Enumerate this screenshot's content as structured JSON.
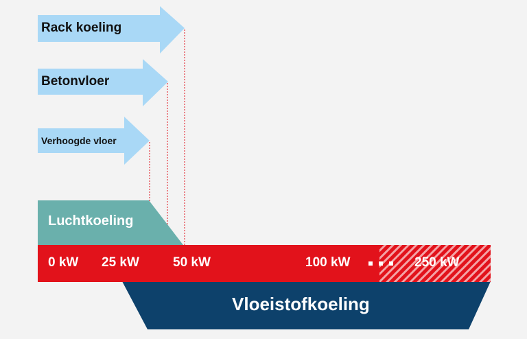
{
  "arrows": [
    {
      "label": "Rack koeling"
    },
    {
      "label": "Betonvloer"
    },
    {
      "label": "Verhoogde vloer"
    }
  ],
  "air_cooling": {
    "label": "Luchtkoeling"
  },
  "liquid_cooling": {
    "label": "Vloeistofkoeling"
  },
  "scale": {
    "ticks": [
      "0 kW",
      "25 kW",
      "50 kW",
      "100 kW",
      "250 kW"
    ],
    "gap_marker": "■ ■ ■"
  },
  "colors": {
    "arrow": "#a9d8f6",
    "air_cooling": "#6ab0ac",
    "scale_bar": "#e2121b",
    "liquid_cooling": "#0d416b",
    "guide_line": "#e2121b",
    "background": "#f3f3f3"
  }
}
